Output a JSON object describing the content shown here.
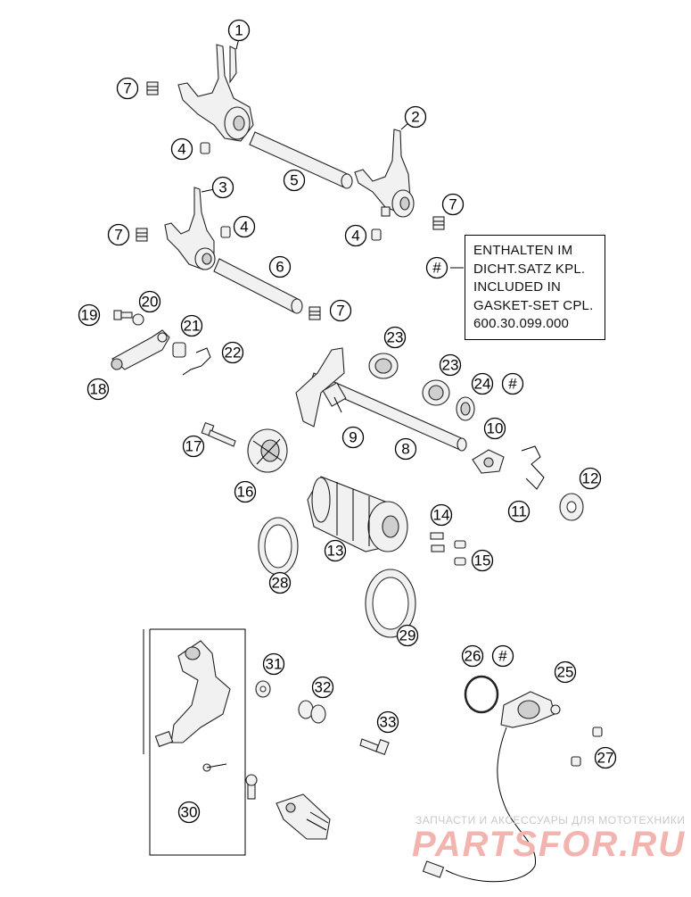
{
  "callouts": {
    "c1": "1",
    "c2": "2",
    "c3": "3",
    "c4a": "4",
    "c4b": "4",
    "c4c": "4",
    "c5": "5",
    "c6": "6",
    "c7a": "7",
    "c7b": "7",
    "c7c": "7",
    "c7d": "7",
    "c8": "8",
    "c9": "9",
    "c10": "10",
    "c11": "11",
    "c12": "12",
    "c13": "13",
    "c14": "14",
    "c15": "15",
    "c16": "16",
    "c17": "17",
    "c18": "18",
    "c19": "19",
    "c20": "20",
    "c21": "21",
    "c22": "22",
    "c23a": "23",
    "c23b": "23",
    "c24": "24",
    "c25": "25",
    "c26": "26",
    "c27": "27",
    "c28": "28",
    "c29": "29",
    "c30": "30",
    "c31": "31",
    "c32": "32",
    "c33": "33",
    "hash_a": "#",
    "hash_b": "#",
    "hash_c": "#"
  },
  "note": {
    "line1": "ENTHALTEN IM",
    "line2": "DICHT.SATZ KPL.",
    "line3": "INCLUDED IN",
    "line4": "GASKET-SET CPL.",
    "line5": "600.30.099.000"
  },
  "watermark": {
    "top_text": "ЗАПЧАСТИ И АКСЕССУАРЫ ДЛЯ МОТОТЕХНИКИ",
    "logo_text": "PARTSFOR.RU"
  }
}
